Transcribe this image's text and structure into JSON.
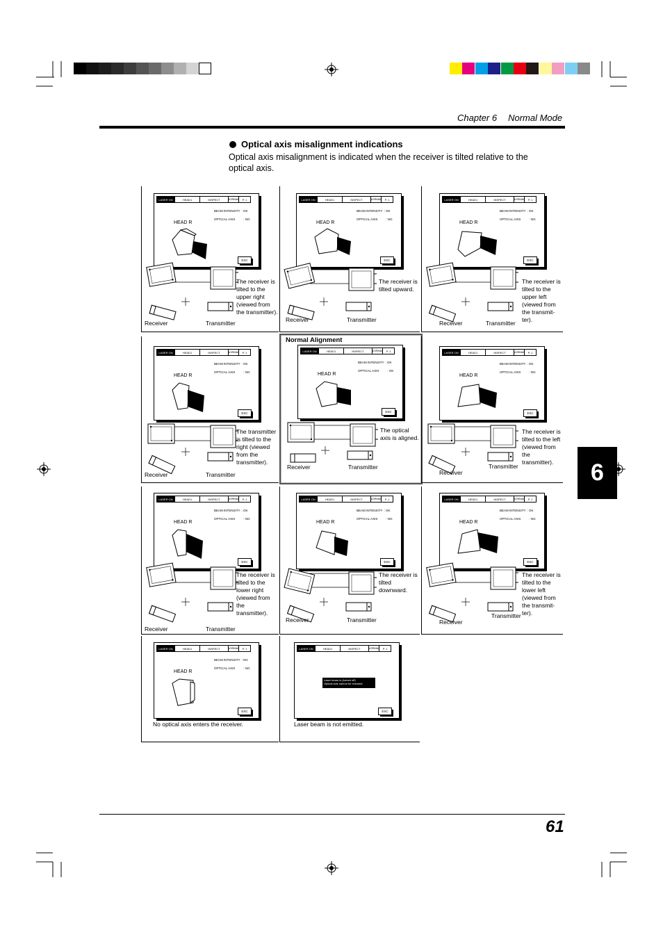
{
  "header": {
    "chapter": "Chapter 6",
    "mode": "Normal Mode"
  },
  "section": {
    "heading": "Optical axis misalignment indications",
    "intro": "Optical axis misalignment is indicated when the receiver is tilted relative to the optical axis."
  },
  "side_tab": "6",
  "page_number": "61",
  "colors": {
    "grayscale_bar": [
      "#000000",
      "#111111",
      "#1d1d1d",
      "#2a2a2a",
      "#3d3d3d",
      "#545454",
      "#6a6a6a",
      "#8d8d8d",
      "#b0b0b0",
      "#d4d4d4",
      "#ffffff"
    ],
    "color_bar": [
      "#ffee00",
      "#e6007e",
      "#00a0e9",
      "#1d2088",
      "#009944",
      "#e60012",
      "#231815",
      "#fff799",
      "#f19ec2",
      "#7ecef4",
      "#898989"
    ]
  },
  "screen_ui": {
    "laser": "LASER ON",
    "head": "HEAD1",
    "inspect": "INSPECT",
    "mode_top": "NOR",
    "mode_bottom": "MAL",
    "page": "P. 1",
    "esc": "ESC",
    "head_r": "HEAD R",
    "beam_label": "BEAM INTENSITY",
    "axis_label": "OPTICAL AXIS"
  },
  "labels": {
    "receiver": "Receiver",
    "transmitter": "Transmitter",
    "normal_alignment": "Normal Alignment"
  },
  "panels": [
    {
      "beam": ": OK",
      "axis": ": NG",
      "lines": [
        "The receiver is",
        "tilted to the",
        "upper right",
        "(viewed from",
        "the transmitter)."
      ]
    },
    {
      "beam": ": OK",
      "axis": ": NG",
      "lines": [
        "The receiver is",
        "tilted upward."
      ]
    },
    {
      "beam": ": OK",
      "axis": ": NG",
      "lines": [
        "The receiver is",
        "tilted to the",
        "upper left",
        "(viewed from",
        "the transmit-",
        "ter)."
      ]
    },
    {
      "beam": ": OK",
      "axis": ": NG",
      "lines": [
        "The transmitter",
        "is tilted to the",
        "right (viewed",
        "from the",
        "transmitter)."
      ]
    },
    {
      "beam": ": OK",
      "axis": ": OK",
      "lines": [
        "The optical",
        "axis is aligned."
      ]
    },
    {
      "beam": ": OK",
      "axis": ": NG",
      "lines": [
        "The receiver is",
        "tilted to the left",
        "(viewed from",
        "the transmitter)."
      ]
    },
    {
      "beam": ": OK",
      "axis": ": NG",
      "lines": [
        "The receiver is",
        "tilted to the",
        "lower right",
        "(viewed from",
        "the",
        "transmitter)."
      ]
    },
    {
      "beam": ": OK",
      "axis": ": NG",
      "lines": [
        "The receiver is",
        "tilted",
        "downward."
      ]
    },
    {
      "beam": ": OK",
      "axis": ": NG",
      "lines": [
        "The receiver is",
        "tilted to the",
        "lower left",
        "(viewed from",
        "the transmit-",
        "ter)."
      ]
    },
    {
      "beam": ": NG",
      "axis": ": NG",
      "note": "No optical axis enters the receiver."
    },
    {
      "message_line1": "Laser beam is (turned off)",
      "message_line2": "Optical axis cannot be checked.",
      "note": "Laser beam is not emitted."
    }
  ]
}
